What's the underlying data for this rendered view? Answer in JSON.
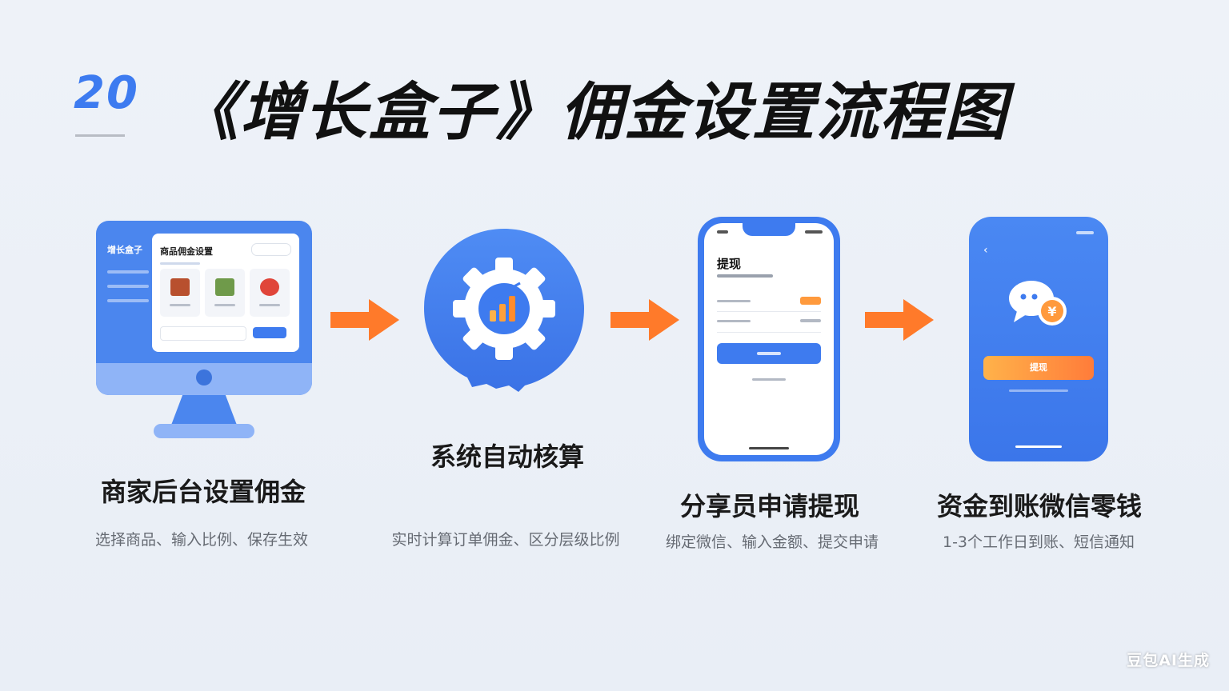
{
  "header": {
    "slide_number": "20",
    "title": "《增长盒子》佣金设置流程图"
  },
  "steps": [
    {
      "title": "商家后台设置佣金",
      "desc": "选择商品、输入比例、保存生效"
    },
    {
      "title": "系统自动核算",
      "desc": "实时计算订单佣金、区分层级比例"
    },
    {
      "title": "分享员申请提现",
      "desc": "绑定微信、输入金额、提交申请"
    },
    {
      "title": "资金到账微信零钱",
      "desc": "1-3个工作日到账、短信通知"
    }
  ],
  "monitor": {
    "brand": "增长盒子",
    "panel_title": "商品佣金设置"
  },
  "phone1": {
    "title": "提现"
  },
  "phone2": {
    "button_label": "提现",
    "currency_symbol": "¥"
  },
  "watermark": "豆包AI生成",
  "colors": {
    "primary_blue": "#3e7bef",
    "arrow_orange": "#ff7a2a",
    "accent_orange": "#ff9a3d"
  }
}
